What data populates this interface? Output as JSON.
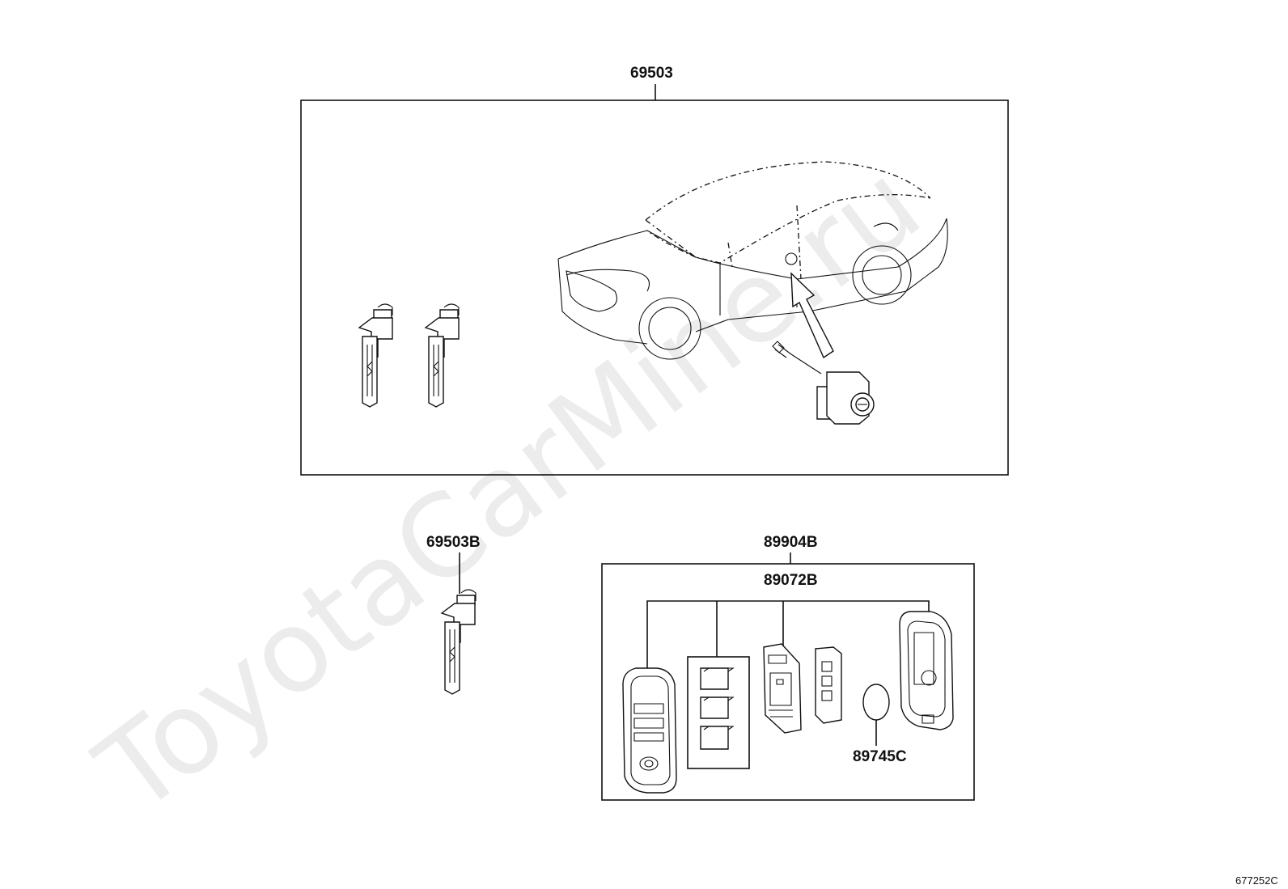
{
  "watermark": "ToyotaCarMine.ru",
  "diagram_code": "677252C",
  "labels": {
    "key_set": "69503",
    "spare_key": "69503B",
    "transmitter_assy": "89904B",
    "transmitter_housing": "89072B",
    "battery": "89745C"
  },
  "parts": [
    {
      "name": "mechanical-key-blade",
      "count": 2,
      "group": "69503"
    },
    {
      "name": "vehicle-outline",
      "group": "69503"
    },
    {
      "name": "door-lock-cylinder",
      "group": "69503"
    },
    {
      "name": "spare-key-blade",
      "group": "69503B"
    },
    {
      "name": "transmitter-case-front",
      "group": "89072B"
    },
    {
      "name": "button-pad",
      "group": "89072B"
    },
    {
      "name": "circuit-board",
      "group": "89072B"
    },
    {
      "name": "button-rubber",
      "group": "89904B"
    },
    {
      "name": "coin-battery",
      "group": "89745C"
    },
    {
      "name": "transmitter-case-back",
      "group": "89072B"
    }
  ]
}
